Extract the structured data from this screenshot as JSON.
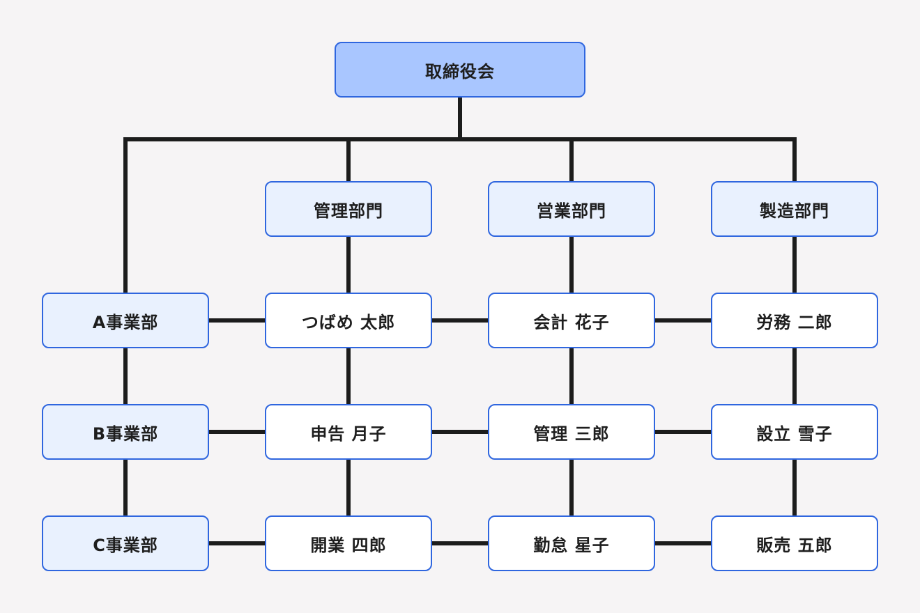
{
  "root": {
    "label": "取締役会"
  },
  "departments": [
    {
      "label": "管理部門"
    },
    {
      "label": "営業部門"
    },
    {
      "label": "製造部門"
    }
  ],
  "divisions": [
    {
      "label": "A事業部"
    },
    {
      "label": "B事業部"
    },
    {
      "label": "C事業部"
    }
  ],
  "staff": [
    [
      {
        "name": "つばめ 太郎"
      },
      {
        "name": "会計 花子"
      },
      {
        "name": "労務 二郎"
      }
    ],
    [
      {
        "name": "申告 月子"
      },
      {
        "name": "管理 三郎"
      },
      {
        "name": "設立 雪子"
      }
    ],
    [
      {
        "name": "開業 四郎"
      },
      {
        "name": "勤怠 星子"
      },
      {
        "name": "販売 五郎"
      }
    ]
  ]
}
